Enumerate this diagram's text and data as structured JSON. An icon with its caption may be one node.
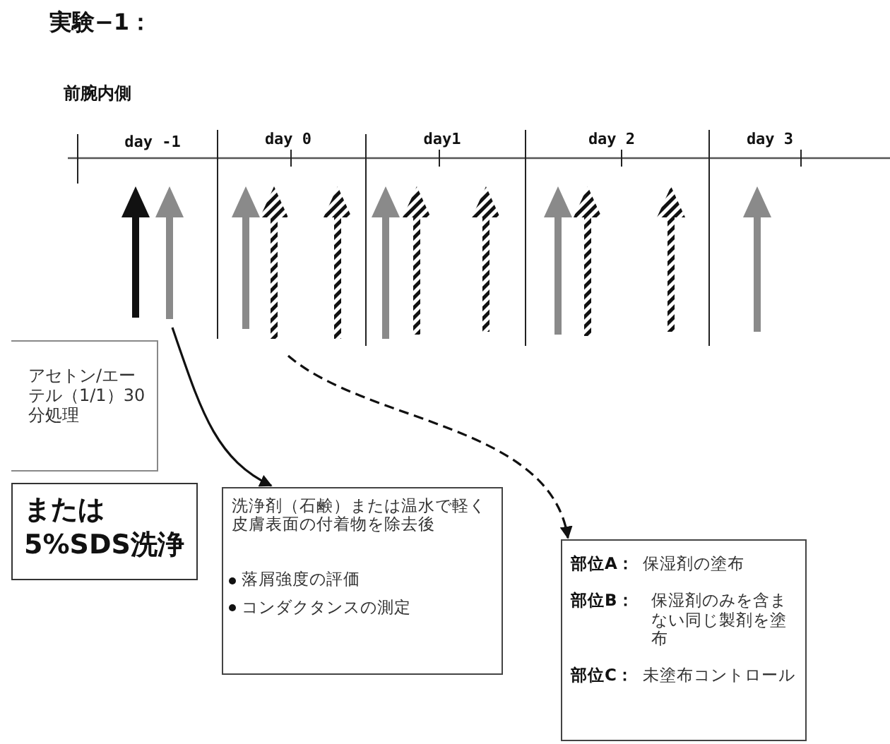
{
  "diagram": {
    "title": "実験−1：",
    "nodes": [
      {
        "text": [
          "アセトン/エーテル（1/1）30分処理"
        ]
      },
      {
        "text": [
          "または5%SDS洗浄"
        ]
      },
      {
        "text": [
          "洗浄剤（石鹸）または温水で軽く皮膚表面の付着物を除去後",
          "落屑強度の評価",
          "コンダクタンスの測定"
        ]
      },
      {
        "text": [
          "部位A：",
          "保湿剤の塗布",
          "部位B：",
          "保湿剤のみを含まない同じ製剤を塗布",
          "部位C：",
          "未塗布コントロール"
        ]
      }
    ],
    "edges": [
      {
        "from": null,
        "to": 2,
        "arrow": "to"
      },
      {
        "from": null,
        "to": 3,
        "arrow": "to",
        "style": "dashed"
      }
    ],
    "labels": [
      "前腕内側",
      "day -1",
      "day 0",
      "day1",
      "day 2",
      "day 3"
    ]
  }
}
